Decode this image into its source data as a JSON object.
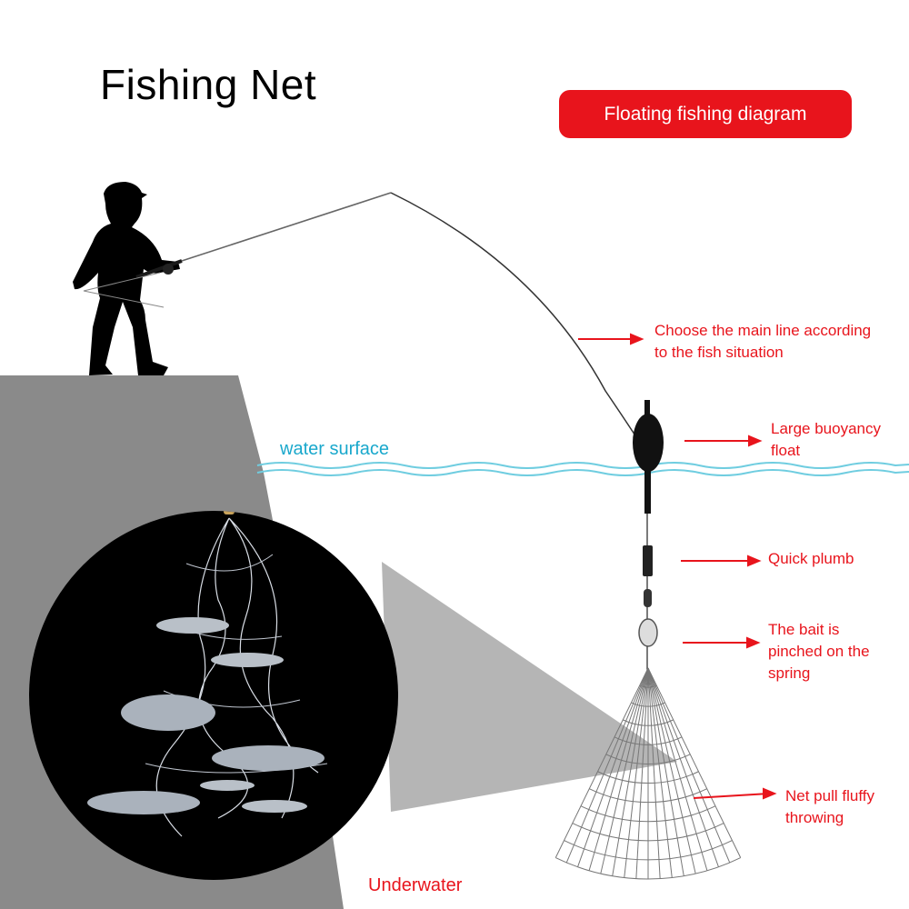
{
  "title": "Fishing Net",
  "badge": "Floating fishing diagram",
  "water_label": "water surface",
  "underwater_label": "Underwater",
  "annotations": [
    {
      "lines": [
        "Choose the main line according",
        "to the fish situation"
      ]
    },
    {
      "lines": [
        "Large buoyancy",
        "float"
      ]
    },
    {
      "lines": [
        "Quick plumb"
      ]
    },
    {
      "lines": [
        "The bait is",
        "pinched on the",
        "spring"
      ]
    },
    {
      "lines": [
        "Net pull fluffy",
        "throwing"
      ]
    }
  ],
  "colors": {
    "accent_red": "#e8141c",
    "water_blue": "#5cc7dc",
    "ground_gray": "#8a8a8a"
  }
}
